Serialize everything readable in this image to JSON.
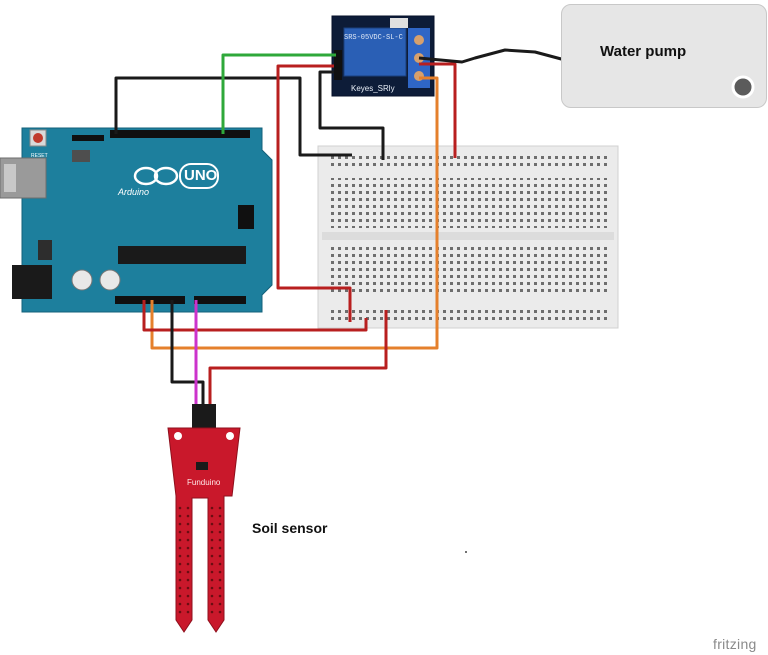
{
  "labels": {
    "water_pump": "Water pump",
    "soil_sensor": "Soil sensor",
    "watermark": "fritzing",
    "relay_module": "Keyes_SRly",
    "relay_chip": "SRS-05VDC-SL-C",
    "arduino_brand": "Arduino",
    "arduino_model": "UNO",
    "sensor_brand": "Funduino",
    "reset": "RESET"
  },
  "colors": {
    "arduino_board": "#1d7f9d",
    "relay_board": "#0d1c38",
    "relay_block": "#2a5fb5",
    "sensor_board": "#c9182b",
    "breadboard": "#ebebeb",
    "wire_red": "#b81f1f",
    "wire_black": "#1a1a1a",
    "wire_orange": "#e5802c",
    "wire_green": "#2fa83a",
    "wire_magenta": "#cc33cc",
    "pump_box": "#e6e6e6"
  },
  "icons": [
    "usb-connector-icon",
    "power-jack-icon",
    "reset-button-icon",
    "pump-indicator-icon"
  ]
}
